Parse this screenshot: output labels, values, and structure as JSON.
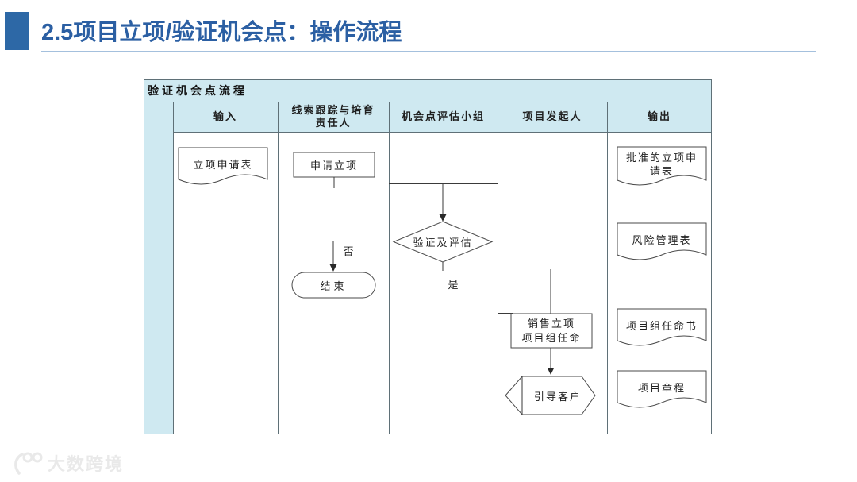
{
  "slide": {
    "title": "2.5项目立项/验证机会点：操作流程"
  },
  "table": {
    "title": "验证机会点流程",
    "headers": [
      "输入",
      "线索跟踪与培育\n责任人",
      "机会点评估小组",
      "项目发起人",
      "输出"
    ]
  },
  "flowchart": {
    "input_doc": "立项申请表",
    "apply_box": "申请立项",
    "no_label": "否",
    "end_terminator": "结束",
    "eval_diamond": "验证及评估",
    "yes_label": "是",
    "appoint_box": "销售立项\n项目组任命",
    "guide_hexagon": "引导客户",
    "outputs": [
      "批准的立项申\n请表",
      "风险管理表",
      "项目组任命书",
      "项目章程"
    ]
  },
  "watermark": {
    "brand": "大数跨境"
  },
  "colors": {
    "accent_blue": "#2b5fa3",
    "accent_square": "#2d68a6",
    "header_fill": "#cfe9f1",
    "grid_line": "#5f7077"
  }
}
